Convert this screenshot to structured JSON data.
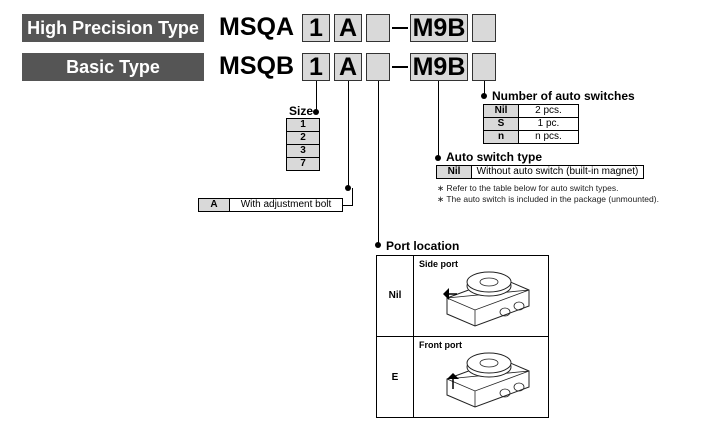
{
  "rows": [
    {
      "type_label": "High Precision Type",
      "series": "MSQA",
      "size": "1",
      "adjust": "A",
      "switch": "M9B"
    },
    {
      "type_label": "Basic Type",
      "series": "MSQB",
      "size": "1",
      "adjust": "A",
      "switch": "M9B"
    }
  ],
  "size": {
    "title": "Size",
    "options": [
      "1",
      "2",
      "3",
      "7"
    ]
  },
  "adjustment": {
    "code": "A",
    "desc": "With adjustment bolt"
  },
  "num_switches": {
    "title": "Number of auto switches",
    "options": [
      {
        "code": "Nil",
        "desc": "2 pcs."
      },
      {
        "code": "S",
        "desc": "1 pc."
      },
      {
        "code": "n",
        "desc": "n pcs."
      }
    ]
  },
  "auto_switch": {
    "title": "Auto switch type",
    "options": [
      {
        "code": "Nil",
        "desc": "Without auto switch (built-in magnet)"
      }
    ],
    "notes": [
      "∗ Refer to the table below for auto switch types.",
      "∗ The auto switch is included in the package (unmounted)."
    ]
  },
  "port_location": {
    "title": "Port location",
    "options": [
      {
        "code": "Nil",
        "label": "Side port"
      },
      {
        "code": "E",
        "label": "Front port"
      }
    ]
  }
}
